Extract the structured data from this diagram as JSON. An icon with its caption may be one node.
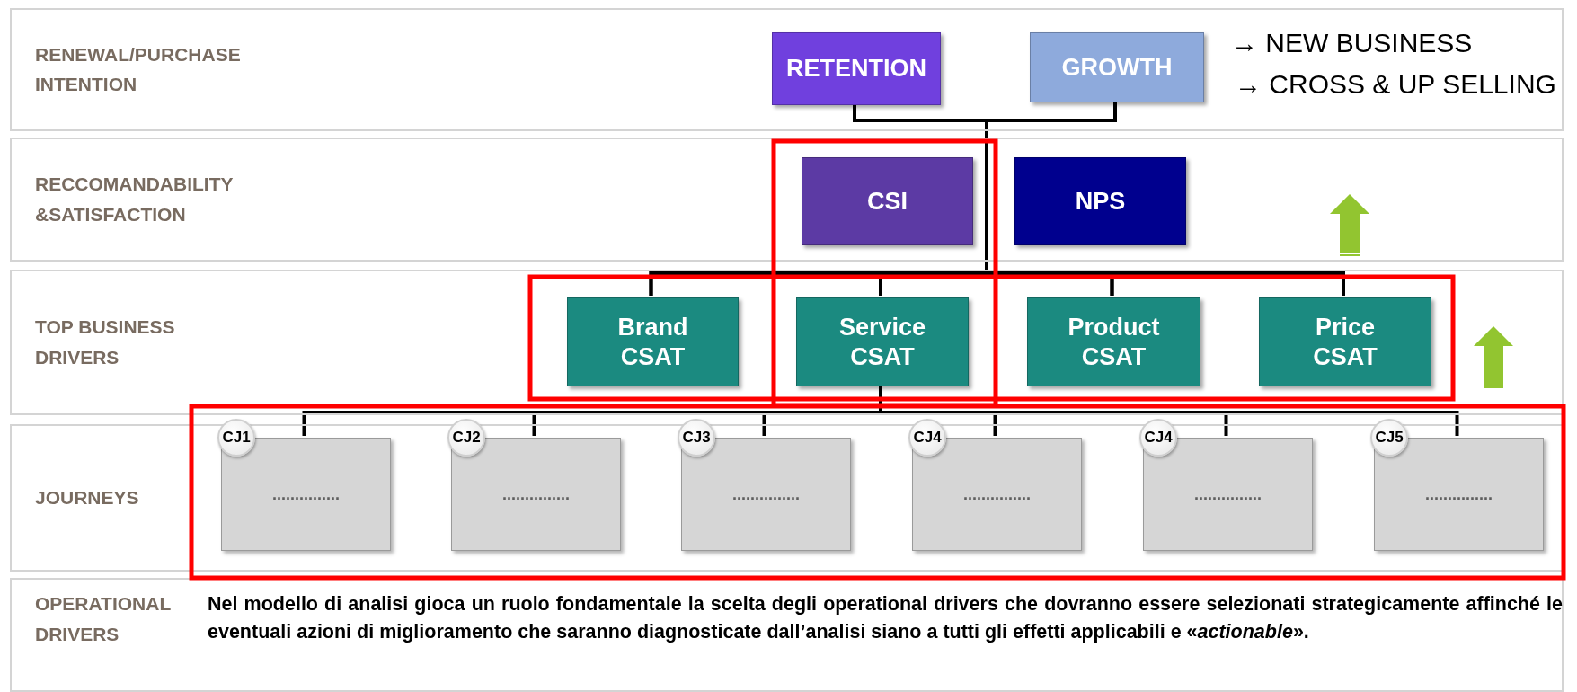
{
  "diagram": {
    "nodes": [
      {
        "text": [
          "RENEWAL/PURCHASE INTENTION",
          "→ NEW BUSINESS",
          "→ CROSS & UP SELLING"
        ]
      },
      {
        "text": [
          "RETENTION"
        ],
        "in": 0
      },
      {
        "text": [
          "GROWTH"
        ],
        "in": 0
      },
      {
        "text": [
          "RECCOMANDABILITY &SATISFACTION"
        ]
      },
      {
        "text": [
          "CSI"
        ],
        "in": 3
      },
      {
        "text": [
          "NPS"
        ],
        "in": 3
      },
      {
        "text": [
          "TOP BUSINESS DRIVERS"
        ]
      },
      {
        "text": [
          "Brand CSAT"
        ],
        "in": 6
      },
      {
        "text": [
          "Service CSAT"
        ],
        "in": 6
      },
      {
        "text": [
          "Product CSAT"
        ],
        "in": 6
      },
      {
        "text": [
          "Price CSAT"
        ],
        "in": 6
      },
      {
        "text": [
          "JOURNEYS"
        ]
      },
      {
        "text": [
          "CJ1"
        ],
        "in": 11
      },
      {
        "text": [
          "..............."
        ],
        "in": 11
      },
      {
        "text": [
          "CJ2"
        ],
        "in": 11
      },
      {
        "text": [
          "..............."
        ],
        "in": 11
      },
      {
        "text": [
          "CJ3"
        ],
        "in": 11
      },
      {
        "text": [
          "..............."
        ],
        "in": 11
      },
      {
        "text": [
          "CJ4"
        ],
        "in": 11
      },
      {
        "text": [
          "..............."
        ],
        "in": 11
      },
      {
        "text": [
          "CJ4"
        ],
        "in": 11
      },
      {
        "text": [
          "..............."
        ],
        "in": 11
      },
      {
        "text": [
          "CJ5"
        ],
        "in": 11
      },
      {
        "text": [
          "..............."
        ],
        "in": 11
      },
      {
        "text": [
          "OPERATIONAL DRIVERS",
          "Nel modello di analisi gioca un ruolo fondamentale la scelta degli operational drivers che dovranno essere selezionati strategicamente affinché le eventuali azioni di miglioramento che saranno diagnosticate dall’analisi siano a tutti gli effetti applicabili e «*actionable*»."
        ]
      }
    ],
    "edges": [
      {
        "from": 1,
        "to": 7,
        "arrow": "none"
      },
      {
        "from": 1,
        "to": 8,
        "arrow": "none"
      },
      {
        "from": 1,
        "to": 9,
        "arrow": "none"
      },
      {
        "from": 1,
        "to": 10,
        "arrow": "none"
      },
      {
        "from": 2,
        "to": 7,
        "arrow": "none"
      },
      {
        "from": 2,
        "to": 8,
        "arrow": "none"
      },
      {
        "from": 2,
        "to": 9,
        "arrow": "none"
      },
      {
        "from": 2,
        "to": 10,
        "arrow": "none"
      },
      {
        "from": 8,
        "to": 13,
        "arrow": "none"
      },
      {
        "from": 8,
        "to": 15,
        "arrow": "none"
      },
      {
        "from": 8,
        "to": 17,
        "arrow": "none"
      },
      {
        "from": 8,
        "to": 19,
        "arrow": "none"
      },
      {
        "from": 8,
        "to": 21,
        "arrow": "none"
      },
      {
        "from": 8,
        "to": 23,
        "arrow": "none"
      }
    ]
  }
}
